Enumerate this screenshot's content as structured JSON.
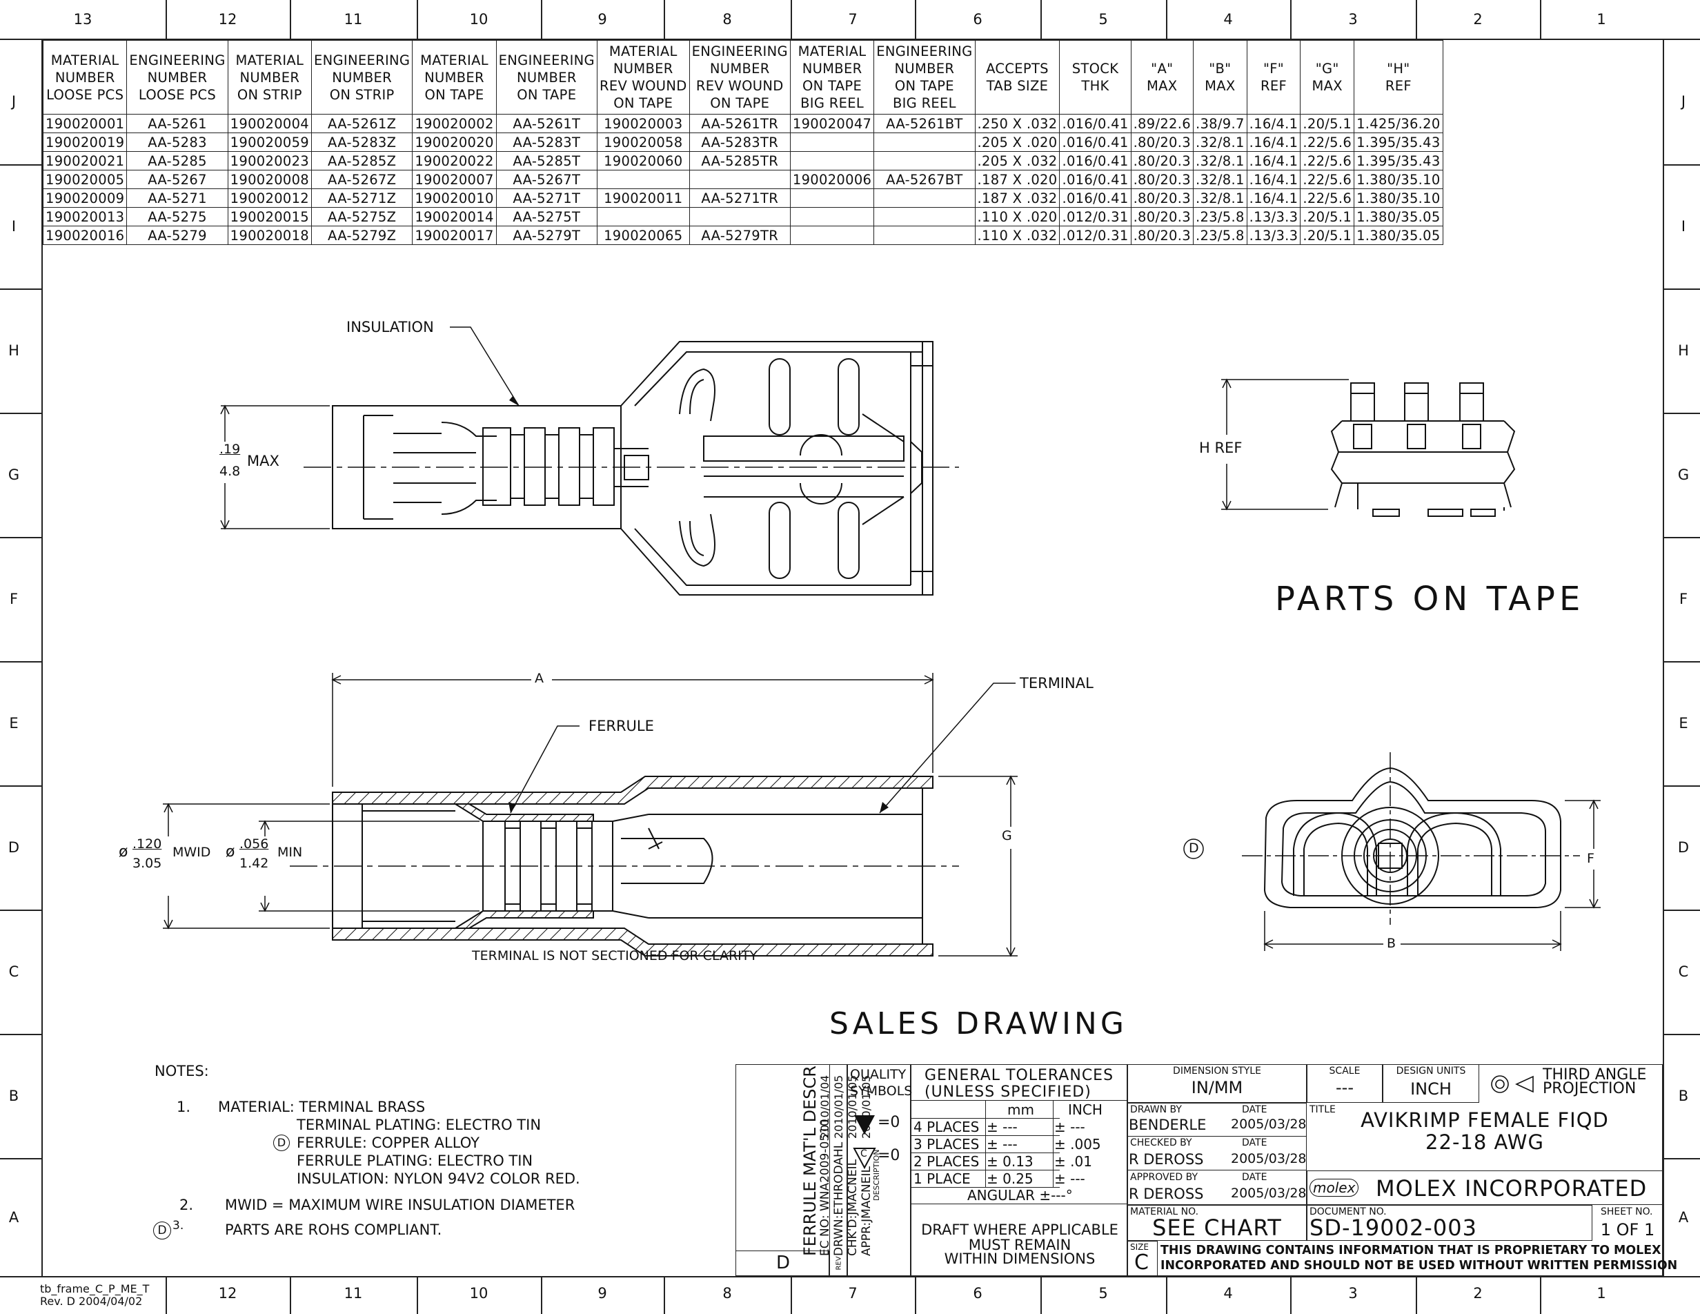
{
  "zones": {
    "numbers_top": [
      "13",
      "12",
      "11",
      "10",
      "9",
      "8",
      "7",
      "6",
      "5",
      "4",
      "3",
      "2",
      "1"
    ],
    "numbers_bottom": [
      "12",
      "11",
      "10",
      "9",
      "8",
      "7",
      "6",
      "5",
      "4",
      "3",
      "2",
      "1"
    ],
    "letters": [
      "J",
      "I",
      "H",
      "G",
      "F",
      "E",
      "D",
      "C",
      "B",
      "A"
    ]
  },
  "table": {
    "headers": [
      [
        "MATERIAL",
        "NUMBER",
        "LOOSE PCS"
      ],
      [
        "ENGINEERING",
        "NUMBER",
        "LOOSE PCS"
      ],
      [
        "MATERIAL",
        "NUMBER",
        "ON STRIP"
      ],
      [
        "ENGINEERING",
        "NUMBER",
        "ON STRIP"
      ],
      [
        "MATERIAL",
        "NUMBER",
        "ON TAPE"
      ],
      [
        "ENGINEERING",
        "NUMBER",
        "ON TAPE"
      ],
      [
        "MATERIAL",
        "NUMBER",
        "REV  WOUND",
        "ON TAPE"
      ],
      [
        "ENGINEERING",
        "NUMBER",
        "REV WOUND",
        "ON TAPE"
      ],
      [
        "MATERIAL",
        "NUMBER",
        "ON TAPE",
        "BIG REEL"
      ],
      [
        "ENGINEERING",
        "NUMBER",
        "ON TAPE",
        "BIG REEL"
      ],
      [
        "ACCEPTS",
        "TAB SIZE"
      ],
      [
        "STOCK",
        "THK"
      ],
      [
        "\"A\"",
        "MAX"
      ],
      [
        "\"B\"",
        "MAX"
      ],
      [
        "\"F\"",
        "REF"
      ],
      [
        "\"G\"",
        "MAX"
      ],
      [
        "\"H\"",
        "REF"
      ]
    ],
    "rows": [
      [
        "190020001",
        "AA-5261",
        "190020004",
        "AA-5261Z",
        "190020002",
        "AA-5261T",
        "190020003",
        "AA-5261TR",
        "190020047",
        "AA-5261BT",
        ".250 X .032",
        ".016/0.41",
        ".89/22.6",
        ".38/9.7",
        ".16/4.1",
        ".20/5.1",
        "1.425/36.20"
      ],
      [
        "190020019",
        "AA-5283",
        "190020059",
        "AA-5283Z",
        "190020020",
        "AA-5283T",
        "190020058",
        "AA-5283TR",
        "",
        "",
        ".205 X .020",
        ".016/0.41",
        ".80/20.3",
        ".32/8.1",
        ".16/4.1",
        ".22/5.6",
        "1.395/35.43"
      ],
      [
        "190020021",
        "AA-5285",
        "190020023",
        "AA-5285Z",
        "190020022",
        "AA-5285T",
        "190020060",
        "AA-5285TR",
        "",
        "",
        ".205 X .032",
        ".016/0.41",
        ".80/20.3",
        ".32/8.1",
        ".16/4.1",
        ".22/5.6",
        "1.395/35.43"
      ],
      [
        "190020005",
        "AA-5267",
        "190020008",
        "AA-5267Z",
        "190020007",
        "AA-5267T",
        "",
        "",
        "190020006",
        "AA-5267BT",
        ".187 X .020",
        ".016/0.41",
        ".80/20.3",
        ".32/8.1",
        ".16/4.1",
        ".22/5.6",
        "1.380/35.10"
      ],
      [
        "190020009",
        "AA-5271",
        "190020012",
        "AA-5271Z",
        "190020010",
        "AA-5271T",
        "190020011",
        "AA-5271TR",
        "",
        "",
        ".187 X .032",
        ".016/0.41",
        ".80/20.3",
        ".32/8.1",
        ".16/4.1",
        ".22/5.6",
        "1.380/35.10"
      ],
      [
        "190020013",
        "AA-5275",
        "190020015",
        "AA-5275Z",
        "190020014",
        "AA-5275T",
        "",
        "",
        "",
        "",
        ".110 X .020",
        ".012/0.31",
        ".80/20.3",
        ".23/5.8",
        ".13/3.3",
        ".20/5.1",
        "1.380/35.05"
      ],
      [
        "190020016",
        "AA-5279",
        "190020018",
        "AA-5279Z",
        "190020017",
        "AA-5279T",
        "190020065",
        "AA-5279TR",
        "",
        "",
        ".110 X .032",
        ".012/0.31",
        ".80/20.3",
        ".23/5.8",
        ".13/3.3",
        ".20/5.1",
        "1.380/35.05"
      ]
    ]
  },
  "views": {
    "insulation": "INSULATION",
    "max_dim_top": ".19",
    "max_dim_bottom": "4.8",
    "max_dim_suffix": "MAX",
    "dim_a": "A",
    "terminal": "TERMINAL",
    "ferrule": "FERRULE",
    "mwid_top": ".120",
    "mwid_bottom": "3.05",
    "mwid_label": "MWID",
    "min_top": ".056",
    "min_bottom": "1.42",
    "min_label": "MIN",
    "phi": "ø",
    "dim_g": "G",
    "section_note": "TERMINAL IS NOT SECTIONED FOR CLARITY",
    "h_ref": "H REF",
    "parts_on_tape": "PARTS ON TAPE",
    "rev_marker": "D",
    "dim_f": "F",
    "dim_b": "B",
    "sales_drawing": "SALES DRAWING"
  },
  "notes": {
    "heading": "NOTES:",
    "n1_num": "1.",
    "n1_line1": "MATERIAL: TERMINAL BRASS",
    "n1_line2": "TERMINAL PLATING: ELECTRO TIN",
    "n1_line3": "FERRULE: COPPER ALLOY",
    "n1_line4": "FERRULE PLATING: ELECTRO TIN",
    "n1_line5": "INSULATION: NYLON 94V2 COLOR RED.",
    "n2_num": "2.",
    "n2_text": "MWID = MAXIMUM WIRE INSULATION DIAMETER",
    "n3_num": "3.",
    "n3_text": "PARTS ARE ROHS COMPLIANT.",
    "rev_marker": "D"
  },
  "title_block": {
    "rev_line1": "FERRULE MAT'L DESCR",
    "rev_line2": "EC NO: WNA2009-0510",
    "rev_line2_date": "2010/01/04",
    "rev_line3": "DRWN:ETHRODAHL",
    "rev_line3_date": "2010/01/05",
    "rev_line4": "CHK'D:JMACNEIL",
    "rev_line4_date": "2010/01/05",
    "rev_line5": "APPR:JMACNEIL",
    "rev_line5_date": "2010/01/05",
    "description_label": "DESCRIPTION",
    "rev_letter": "D",
    "rev_label": "REV",
    "quality_line1": "QUALITY",
    "quality_line2": "SYMBOLS",
    "q1_value": "=0",
    "q2_value": "=0",
    "q2_letter": "C",
    "tol_title1": "GENERAL TOLERANCES",
    "tol_title2": "(UNLESS SPECIFIED)",
    "tol_mm": "mm",
    "tol_inch": "INCH",
    "tol_rows": [
      [
        "4 PLACES",
        "± ---",
        "± ---"
      ],
      [
        "3 PLACES",
        "± ---",
        "± .005"
      ],
      [
        "2 PLACES",
        "± 0.13",
        "± .01"
      ],
      [
        "1 PLACE",
        "± 0.25",
        "± ---"
      ]
    ],
    "angular": "ANGULAR ±---°",
    "draft1": "DRAFT WHERE APPLICABLE",
    "draft2": "MUST REMAIN",
    "draft3": "WITHIN DIMENSIONS",
    "dim_style_label": "DIMENSION STYLE",
    "dim_style": "IN/MM",
    "scale_label": "SCALE",
    "scale": "---",
    "units_label": "DESIGN UNITS",
    "units": "INCH",
    "projection1": "THIRD ANGLE",
    "projection2": "PROJECTION",
    "drawn_by_label": "DRAWN BY",
    "date_label": "DATE",
    "drawn_by": "BENDERLE",
    "drawn_date": "2005/03/28",
    "checked_by_label": "CHECKED BY",
    "checked_by": "R DEROSS",
    "checked_date": "2005/03/28",
    "approved_by_label": "APPROVED BY",
    "approved_by": "R DEROSS",
    "approved_date": "2005/03/28",
    "title_label": "TITLE",
    "title1": "AVIKRIMP FEMALE FIQD",
    "title2": "22-18 AWG",
    "logo": "molex",
    "company": "MOLEX INCORPORATED",
    "material_no_label": "MATERIAL NO.",
    "material_no": "SEE CHART",
    "document_no_label": "DOCUMENT NO.",
    "document_no": "SD-19002-003",
    "sheet_no_label": "SHEET NO.",
    "sheet_no": "1 OF 1",
    "size_label": "SIZE",
    "size": "C",
    "proprietary1": "THIS DRAWING CONTAINS INFORMATION THAT IS PROPRIETARY TO MOLEX",
    "proprietary2": "INCORPORATED AND SHOULD NOT BE USED WITHOUT WRITTEN PERMISSION"
  },
  "frame_id": {
    "line1": "tb_frame_C_P_ME_T",
    "line2": "Rev. D 2004/04/02"
  }
}
